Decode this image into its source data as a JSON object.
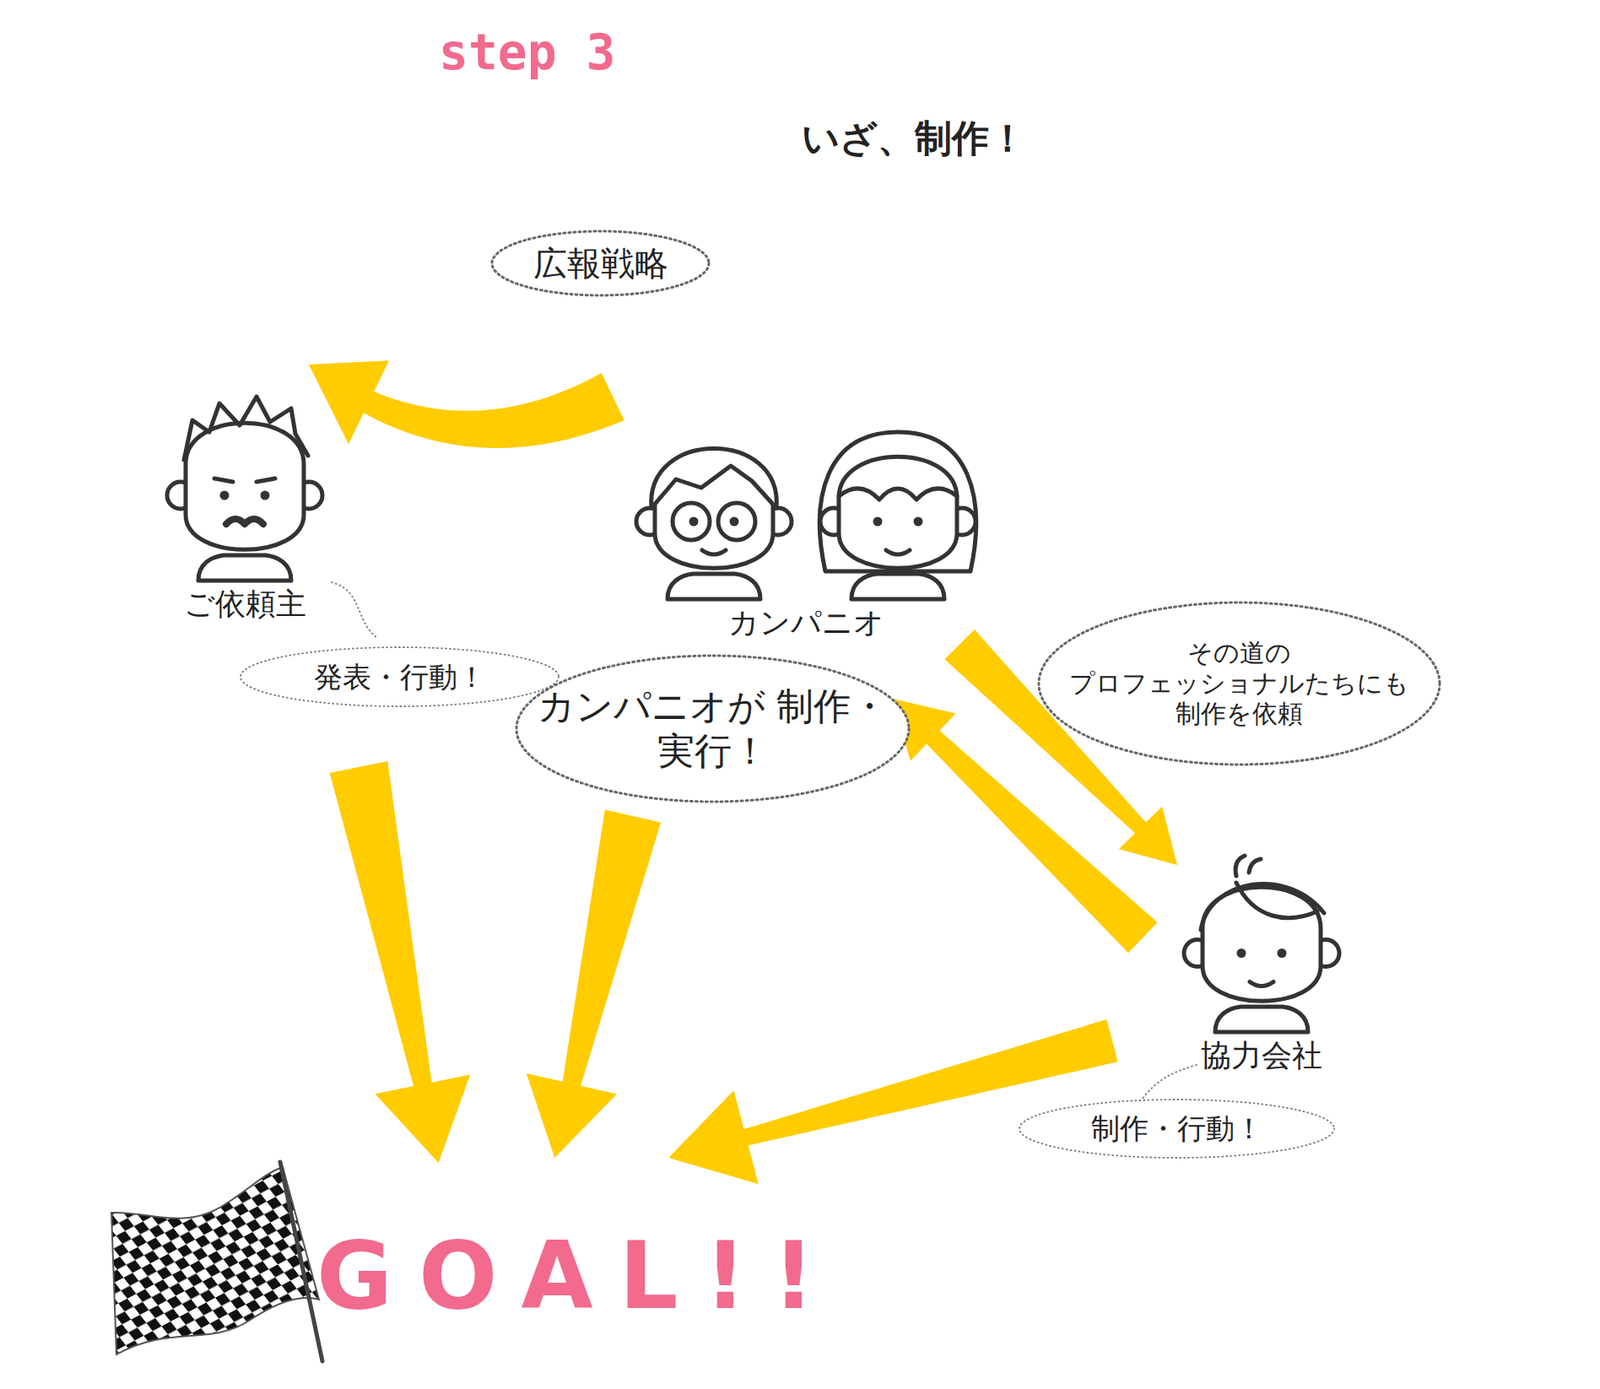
{
  "diagram": {
    "title": "いざ、制作！",
    "nodes": [
      {
        "text": [
          "ご依頼主"
        ]
      },
      {
        "text": [
          "カンパニオ"
        ]
      },
      {
        "text": [
          "協力会社"
        ]
      },
      {
        "text": [
          "GOAL!!"
        ]
      },
      {
        "text": [
          "発表・行動！"
        ]
      },
      {
        "text": [
          "カンパニオが 制作・実行！"
        ]
      },
      {
        "text": [
          "制作・行動！"
        ]
      }
    ],
    "edges": [
      {
        "from": 1,
        "to": 0,
        "label": "広報戦略",
        "arrow": "to"
      },
      {
        "from": 1,
        "to": 2,
        "label": "その道の プロフェッショナルたちにも 制作を依頼",
        "arrow": "to"
      },
      {
        "from": 2,
        "to": 1,
        "arrow": "to"
      },
      {
        "from": 0,
        "to": 3,
        "arrow": "to"
      },
      {
        "from": 1,
        "to": 3,
        "arrow": "to"
      },
      {
        "from": 2,
        "to": 3,
        "arrow": "to"
      }
    ],
    "labels": [
      "step 3"
    ]
  }
}
